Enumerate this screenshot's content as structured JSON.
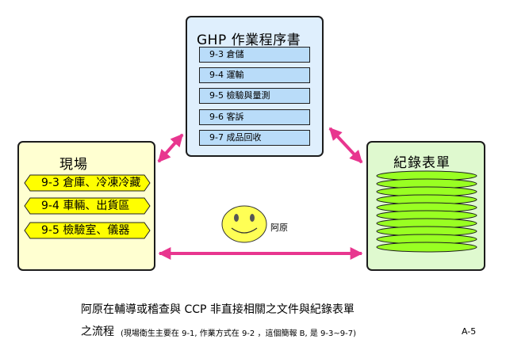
{
  "ghp": {
    "title": "GHP 作業程序書",
    "items": [
      "9-3 倉儲",
      "9-4 運輸",
      "9-5 檢驗與量測",
      "9-6 客訴",
      "9-7 成品回收"
    ]
  },
  "site": {
    "title": "現場",
    "items": [
      "9-3 倉庫、冷凍冷藏",
      "9-4 車輛、出貨區",
      "9-5 檢驗室、儀器"
    ]
  },
  "records": {
    "title": "紀錄表單"
  },
  "mascot": {
    "label": "阿原"
  },
  "caption": {
    "line1": "阿原在輔導或稽查與 CCP 非直接相關之文件與紀錄表單",
    "line2": "之流程",
    "note": "(現場衛生主要在 9-1, 作業方式在 9-2 ，這個簡報 B, 是 9-3~9-7)",
    "page": "A-5"
  },
  "colors": {
    "arrow": "#e8368f",
    "ghp_fill": "#dfeffd",
    "ghp_item_fill": "#b9dcf9",
    "site_fill": "#ffffd1",
    "site_item_fill": "#ffff00",
    "records_fill": "#dff9cf",
    "records_stack": "#99ff22",
    "face_fill": "#ffff55"
  }
}
